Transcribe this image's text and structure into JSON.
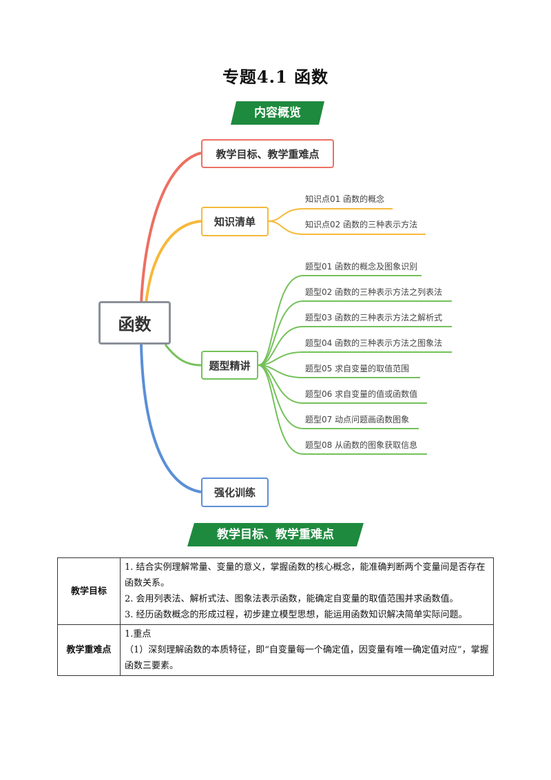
{
  "title": "专题4.1  函数",
  "banners": {
    "overview": "内容概览",
    "goals": "教学目标、教学重难点"
  },
  "colors": {
    "red": "#ec7063",
    "orange": "#f6b93b",
    "green": "#73c15a",
    "blue": "#5b8fd6",
    "banner": "#1e8a3e"
  },
  "mindmap": {
    "root": "函数",
    "branches": {
      "goals": "教学目标、教学重难点",
      "knowledge": "知识清单",
      "types": "题型精讲",
      "training": "强化训练"
    },
    "knowledge_items": [
      "知识点01  函数的概念",
      "知识点02  函数的三种表示方法"
    ],
    "type_items": [
      "题型01  函数的概念及图象识别",
      "题型02  函数的三种表示方法之列表法",
      "题型03  函数的三种表示方法之解析式",
      "题型04  函数的三种表示方法之图象法",
      "题型05  求自变量的取值范围",
      "题型06  求自变量的值或函数值",
      "题型07  动点问题画函数图象",
      "题型08  从函数的图象获取信息"
    ]
  },
  "table": {
    "row1_header": "教学目标",
    "row1_lines": [
      "1.   结合实例理解常量、变量的意义，掌握函数的核心概念，能准确判断两个变量间是否存在函数关系。",
      "2.   会用列表法、解析式法、图象法表示函数，能确定自变量的取值范围并求函数值。",
      "3.   经历函数概念的形成过程，初步建立模型思想，能运用函数知识解决简单实际问题。"
    ],
    "row2_header": "教学重难点",
    "row2_lines": [
      "1.重点",
      "（1）深刻理解函数的本质特征，即“自变量每一个确定值，因变量有唯一确定值对应”，掌握函数三要素。"
    ]
  }
}
